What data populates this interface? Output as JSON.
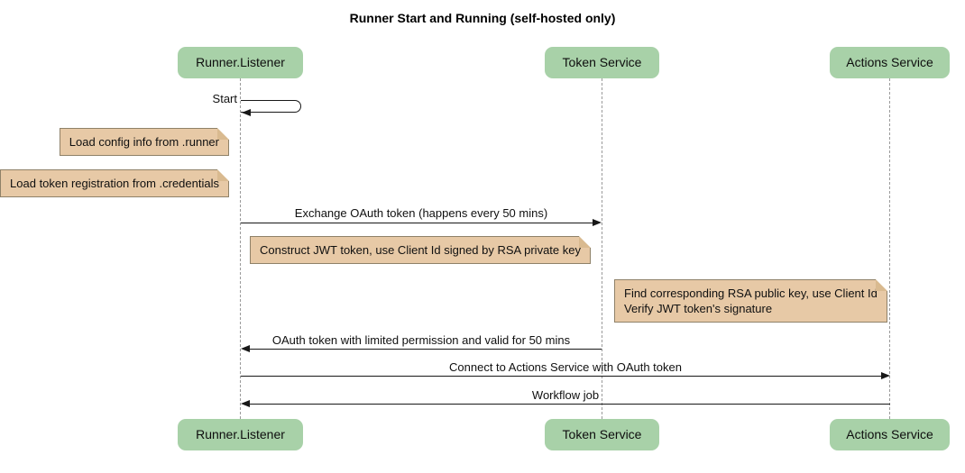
{
  "title": "Runner Start and Running (self-hosted only)",
  "participants": [
    {
      "label": "Runner.Listener"
    },
    {
      "label": "Token Service"
    },
    {
      "label": "Actions Service"
    }
  ],
  "messages": {
    "start": "Start",
    "exchange": "Exchange OAuth token (happens every 50 mins)",
    "oauth_return": "OAuth token with limited permission and valid for 50 mins",
    "connect": "Connect to Actions Service with OAuth token",
    "workflow": "Workflow job"
  },
  "notes": {
    "load_config": "Load config info from .runner",
    "load_token": "Load token registration from .credentials",
    "construct_jwt": "Construct JWT token, use Client Id signed by RSA private key",
    "find_rsa_line1": "Find corresponding RSA public key, use Client Id",
    "find_rsa_line2": "Verify JWT token's signature"
  },
  "colors": {
    "participant_fill": "#a8d1a8",
    "note_fill": "#e7c9a6",
    "note_border": "#8f8168",
    "lifeline": "#9a9a9a",
    "arrow": "#181818",
    "background": "#ffffff"
  }
}
